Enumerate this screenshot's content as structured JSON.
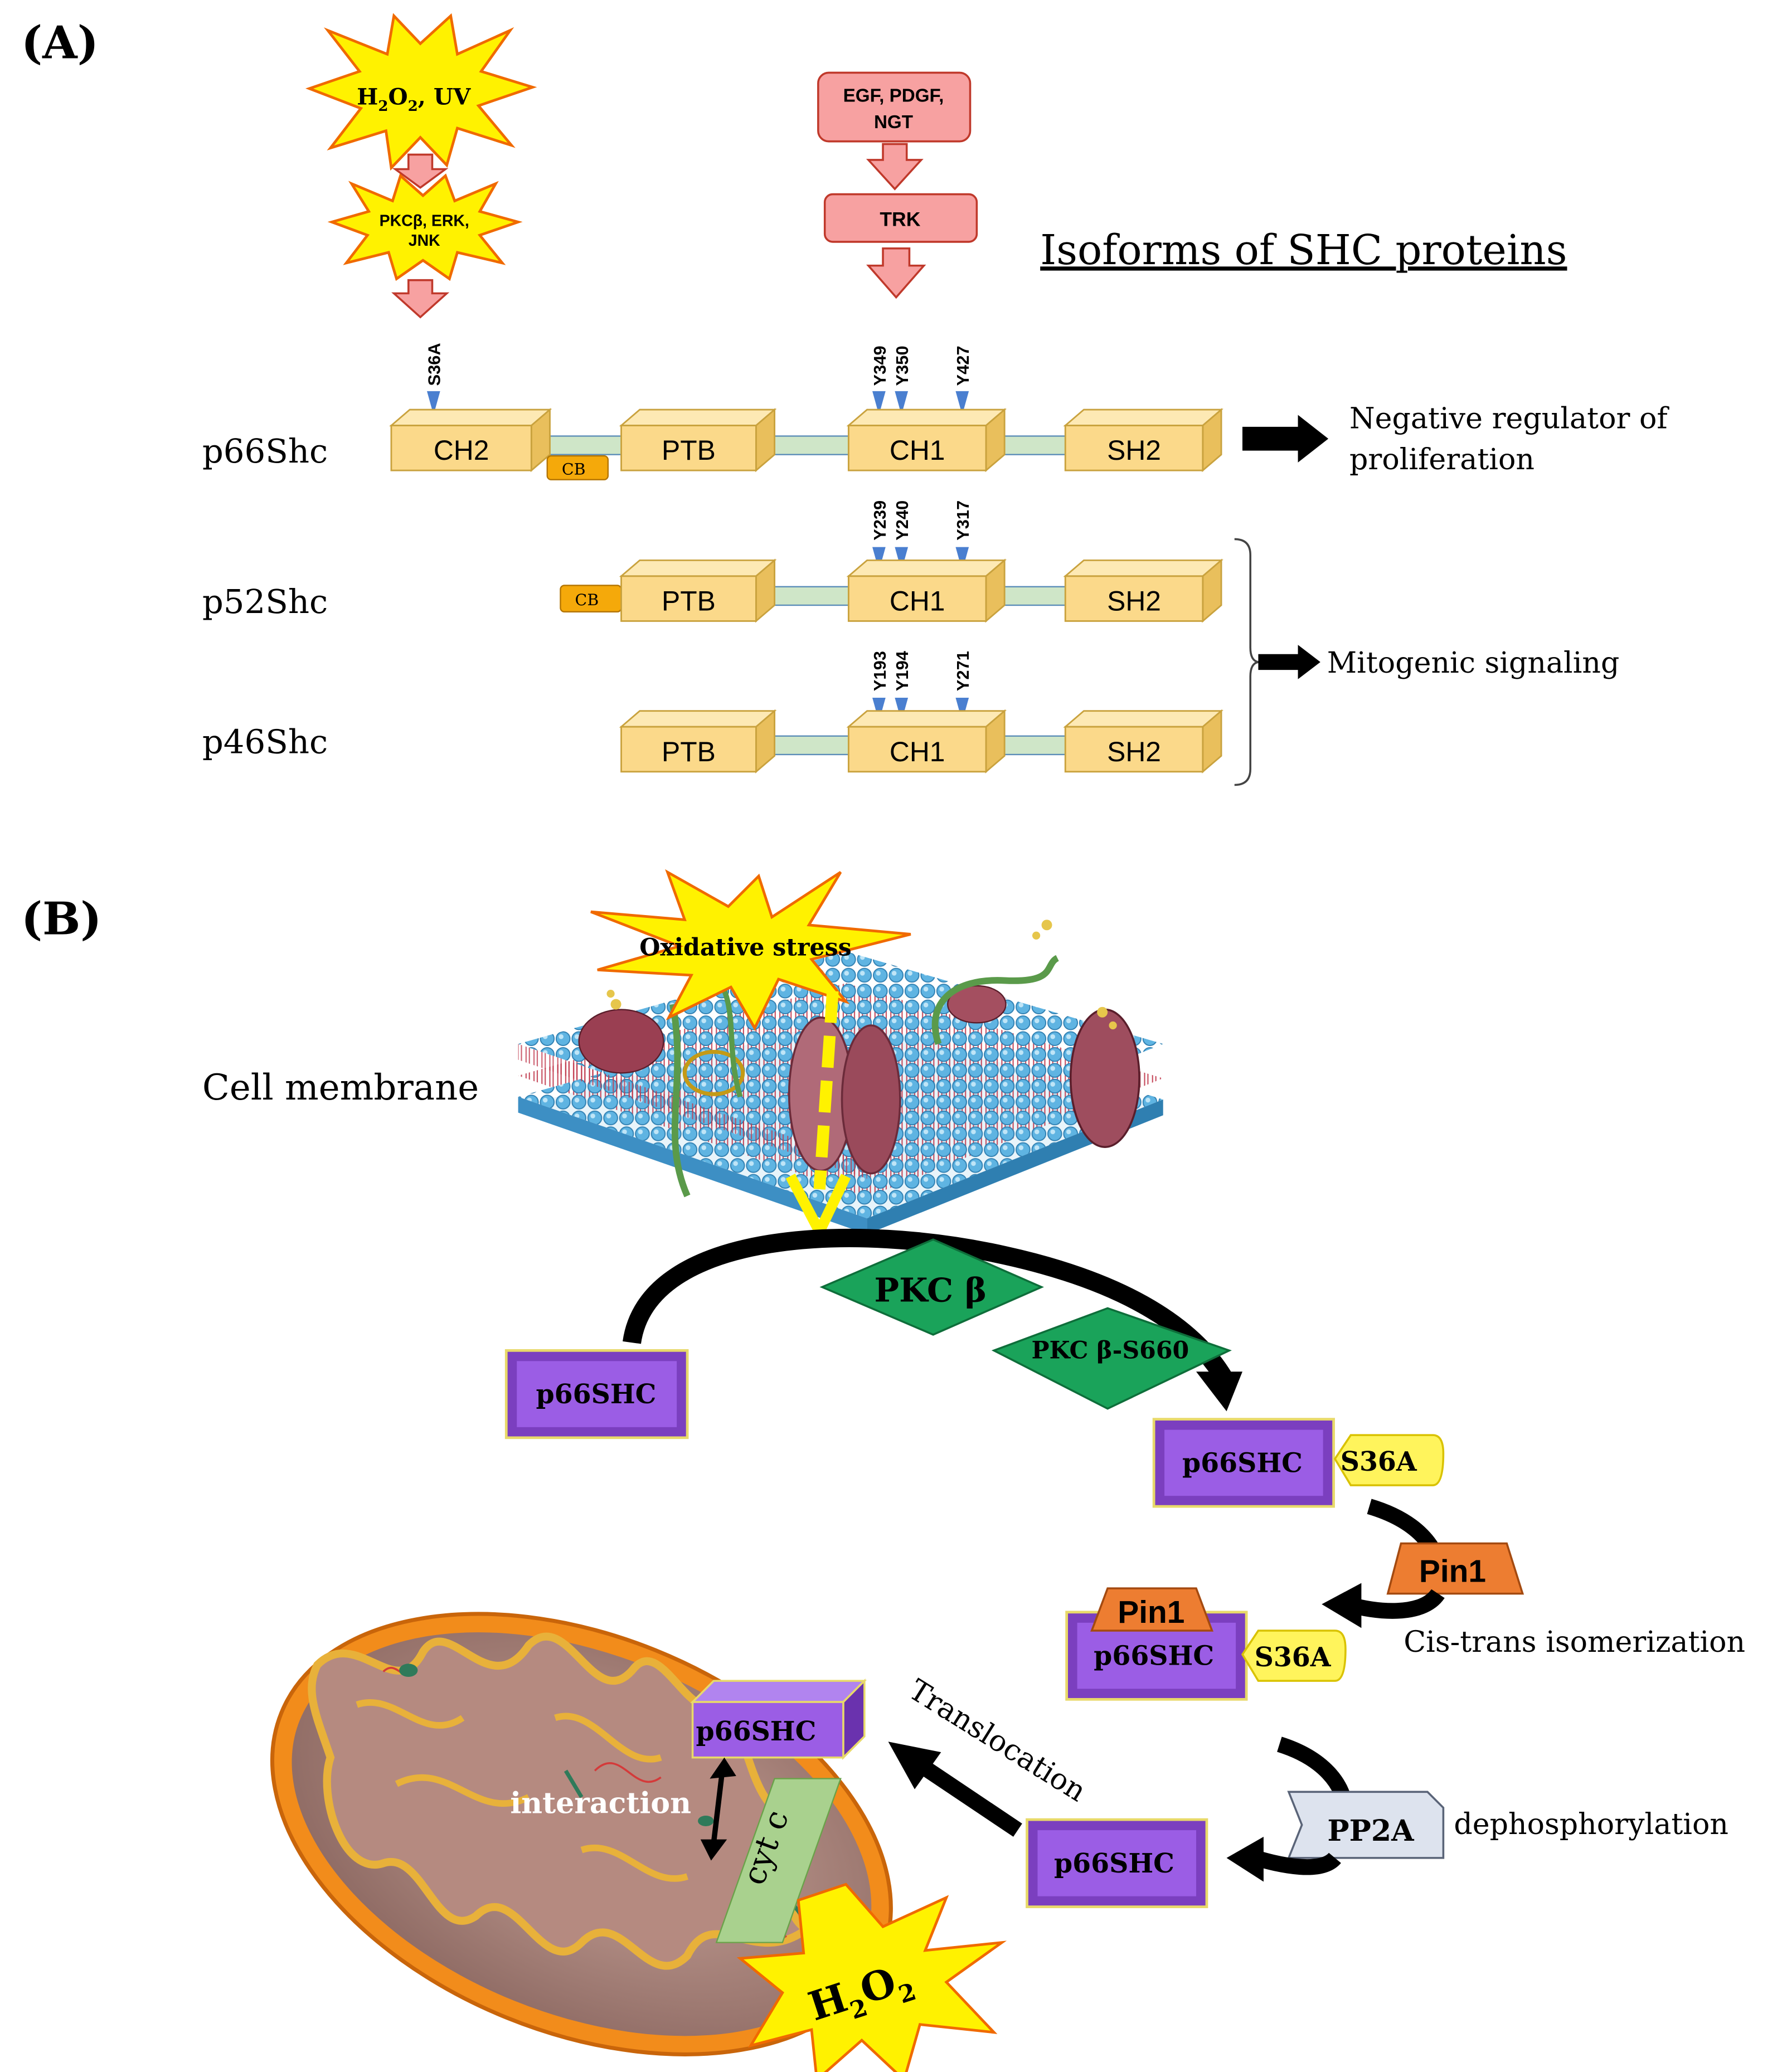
{
  "panel_a": {
    "label": "(A)",
    "title": "Isoforms of SHC proteins",
    "stimulus_stress": {
      "line1": "H",
      "sub1": "2",
      "line2": "O",
      "sub2": "2",
      "line3": ", UV"
    },
    "kinases": {
      "line1": "PKCβ, ERK,",
      "line2": "JNK"
    },
    "growth_factors": {
      "line1": "EGF, PDGF,",
      "line2": "NGT"
    },
    "receptor": "TRK",
    "isoforms": [
      {
        "name": "p66Shc",
        "sites": [
          "S36A",
          "Y349",
          "Y350",
          "Y427"
        ]
      },
      {
        "name": "p52Shc",
        "sites": [
          "Y239",
          "Y240",
          "Y317"
        ]
      },
      {
        "name": "p46Shc",
        "sites": [
          "Y193",
          "Y194",
          "Y271"
        ]
      }
    ],
    "domains": {
      "ch2": "CH2",
      "cb": "CB",
      "ptb": "PTB",
      "ch1": "CH1",
      "sh2": "SH2"
    },
    "outcome_p66": {
      "line1": "Negative regulator of",
      "line2": "proliferation"
    },
    "outcome_p52_p46": "Mitogenic signaling",
    "colors": {
      "domain_fill": "#fbd98a",
      "domain_stroke": "#c9a23e",
      "linker": "#cfe6c8",
      "cb_fill": "#f5a90a",
      "stimulus_fill": "#f7a1a1",
      "burst_fill": "#fff200",
      "burst_stroke": "#f06a00",
      "site_marker": "#4a7fd0"
    }
  },
  "panel_b": {
    "label": "(B)",
    "stress": "Oxidative stress",
    "membrane_label": "Cell membrane",
    "pkc": "PKC β",
    "pkc_s660": "PKC β-S660",
    "p66": "p66SHC",
    "s36a": "S36A",
    "pin1": "Pin1",
    "isomerization": "Cis-trans isomerization",
    "pp2a": "PP2A",
    "dephosphorylation": "dephosphorylation",
    "translocation": "Translocation",
    "interaction": "interaction",
    "cytc": "cyt c",
    "h2o2": {
      "h": "H",
      "sub1": "2",
      "o": "O",
      "sub2": "2"
    },
    "colors": {
      "p66_fill": "#9b5de5",
      "pkc_fill": "#1aa35a",
      "s36a_fill": "#fff45c",
      "pin1_fill": "#ed7d31",
      "pp2a_fill": "#dde3ee",
      "mito_outer": "#f28c1b",
      "cytc_fill": "#a9d18e",
      "membrane_head": "#4da6d9"
    }
  }
}
